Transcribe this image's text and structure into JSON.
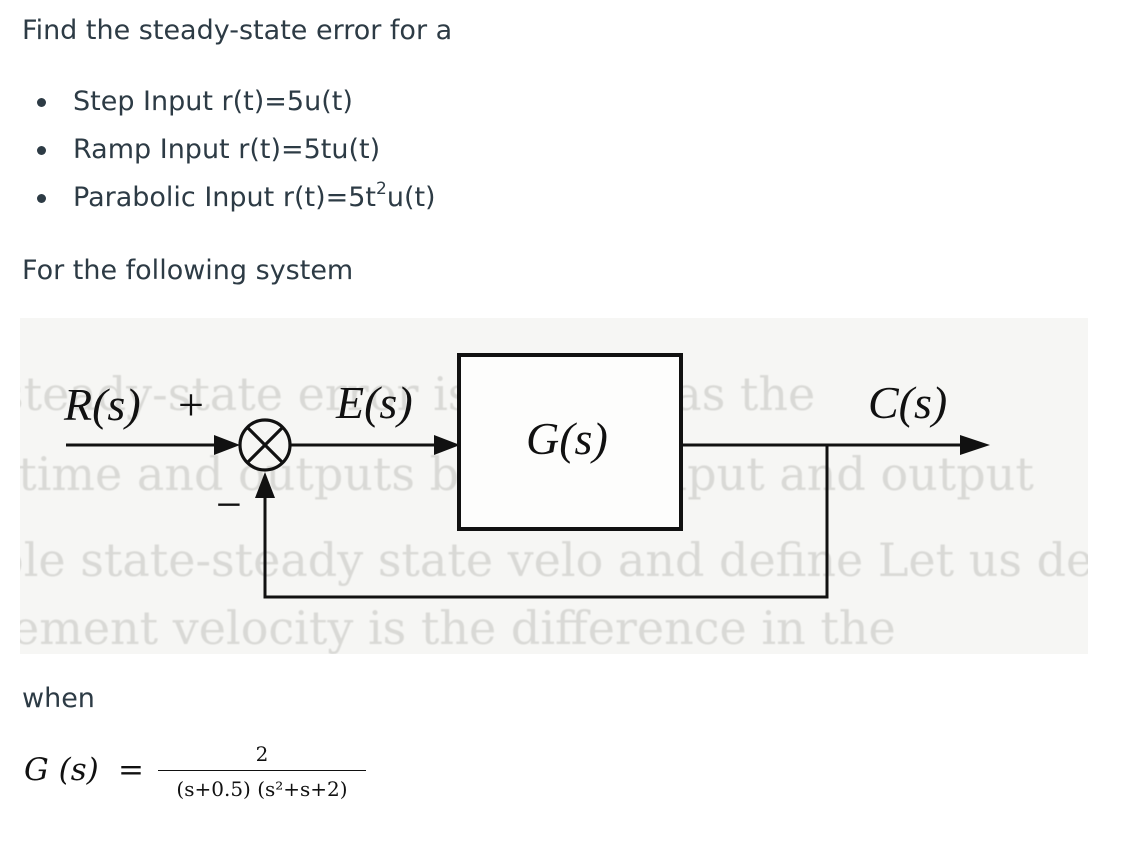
{
  "question": {
    "intro": "Find the steady-state error for a",
    "inputs": [
      {
        "label": "Step Input r(t)=5u(t)"
      },
      {
        "label_before": "Parabolic Input r(t)=5t",
        "label_sup": "2",
        "label_after": "u(t)"
      }
    ],
    "ramp_label": "Ramp Input r(t)=5tu(t)",
    "system_intro": "For the following system",
    "when_text": "when"
  },
  "diagram": {
    "input_label": "R(s)",
    "plus_sign": "+",
    "minus_sign": "−",
    "error_label": "E(s)",
    "block_label": "G(s)",
    "output_label": "C(s)",
    "background_text_lines": [
      "steady-state error is defined as the",
      "s time and outputs between input and output",
      "ole state-steady state velo and define Let us define",
      "rement velocity is the difference in the"
    ]
  },
  "equation": {
    "lhs": "G (s)",
    "equals": "=",
    "numerator": "2",
    "denominator": "(s+0.5) (s²+s+2)"
  }
}
